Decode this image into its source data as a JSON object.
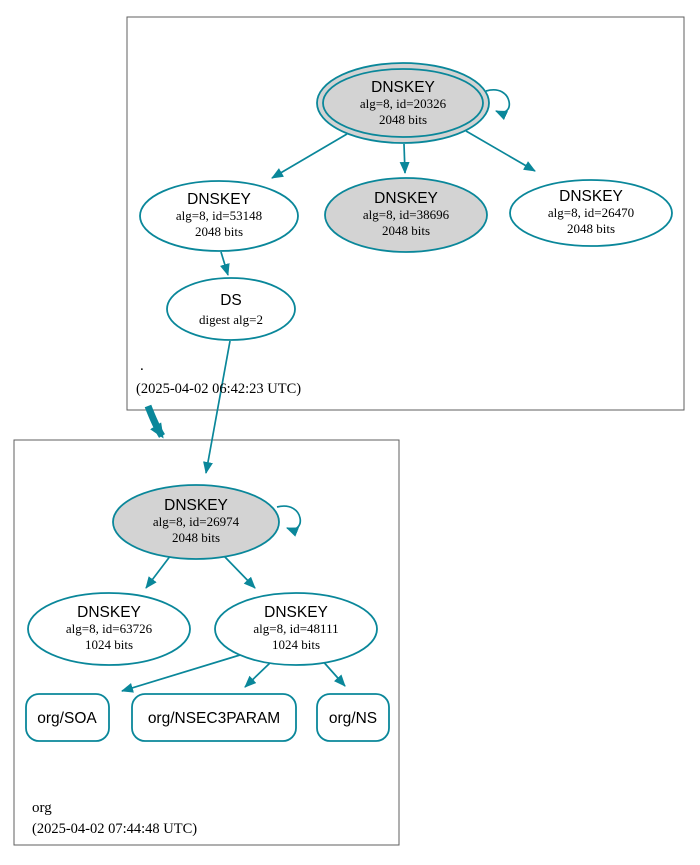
{
  "colors": {
    "edge_teal": "#0a879a",
    "ksk_fill": "#d3d3d3",
    "node_fill": "#ffffff",
    "box_border": "#5f5f5f",
    "text": "#000000"
  },
  "zones": {
    "root": {
      "label": ".",
      "timestamp": "(2025-04-02 06:42:23 UTC)",
      "nodes": {
        "ksk": {
          "type": "DNSKEY",
          "detail": "alg=8, id=20326",
          "size": "2048 bits"
        },
        "zsk_53148": {
          "type": "DNSKEY",
          "detail": "alg=8, id=53148",
          "size": "2048 bits"
        },
        "zsk_38696": {
          "type": "DNSKEY",
          "detail": "alg=8, id=38696",
          "size": "2048 bits"
        },
        "zsk_26470": {
          "type": "DNSKEY",
          "detail": "alg=8, id=26470",
          "size": "2048 bits"
        },
        "ds": {
          "type": "DS",
          "detail": "digest alg=2"
        }
      }
    },
    "org": {
      "label": "org",
      "timestamp": "(2025-04-02 07:44:48 UTC)",
      "nodes": {
        "ksk": {
          "type": "DNSKEY",
          "detail": "alg=8, id=26974",
          "size": "2048 bits"
        },
        "zsk_63726": {
          "type": "DNSKEY",
          "detail": "alg=8, id=63726",
          "size": "1024 bits"
        },
        "zsk_48111": {
          "type": "DNSKEY",
          "detail": "alg=8, id=48111",
          "size": "1024 bits"
        },
        "rrset_soa": {
          "label": "org/SOA"
        },
        "rrset_nsec3param": {
          "label": "org/NSEC3PARAM"
        },
        "rrset_ns": {
          "label": "org/NS"
        }
      }
    }
  }
}
